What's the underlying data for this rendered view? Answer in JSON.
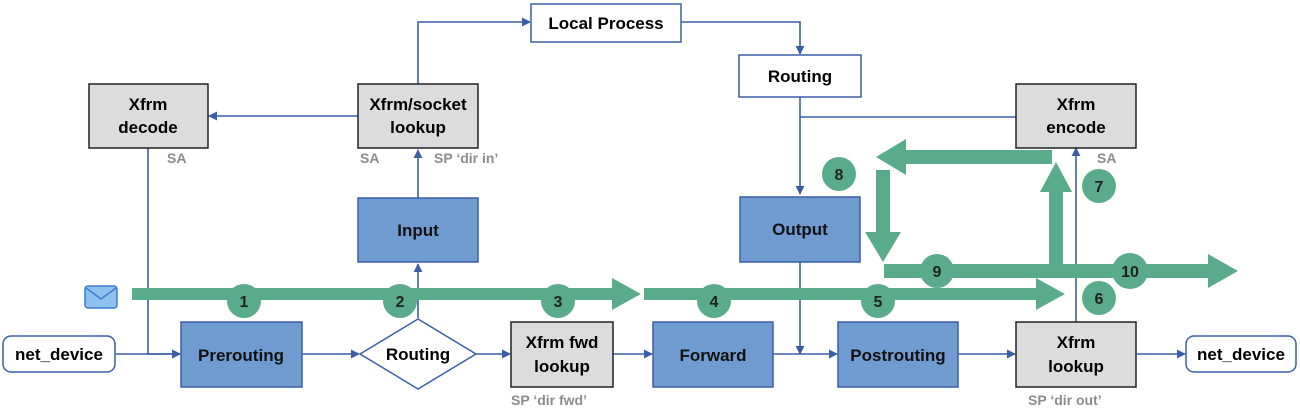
{
  "nodes": {
    "local_process": "Local Process",
    "routing_top": "Routing",
    "xfrm_decode": [
      "Xfrm",
      "decode"
    ],
    "xfrm_socket": [
      "Xfrm/socket",
      "lookup"
    ],
    "xfrm_encode": [
      "Xfrm",
      "encode"
    ],
    "input": "Input",
    "output": "Output",
    "net_device_in": "net_device",
    "prerouting": "Prerouting",
    "routing_diamond": "Routing",
    "xfrm_fwd": [
      "Xfrm fwd",
      "lookup"
    ],
    "forward": "Forward",
    "postrouting": "Postrouting",
    "xfrm_lookup": [
      "Xfrm",
      "lookup"
    ],
    "net_device_out": "net_device"
  },
  "annotations": {
    "sa_decode": "SA",
    "sa_socket": "SA",
    "sp_dir_in": "SP ‘dir in’",
    "sa_encode": "SA",
    "sp_dir_fwd": "SP ‘dir fwd’",
    "sp_dir_out": "SP ‘dir out’"
  },
  "steps": [
    "1",
    "2",
    "3",
    "4",
    "5",
    "6",
    "7",
    "8",
    "9",
    "10"
  ],
  "icons": {
    "packet": "envelope-icon"
  },
  "colors": {
    "flow_green": "#5aab8c",
    "badge_green": "#5aab8c",
    "blue_fill": "#6f9bd1",
    "gray_fill": "#dcdcdc",
    "line_blue": "#3a5fa6"
  }
}
